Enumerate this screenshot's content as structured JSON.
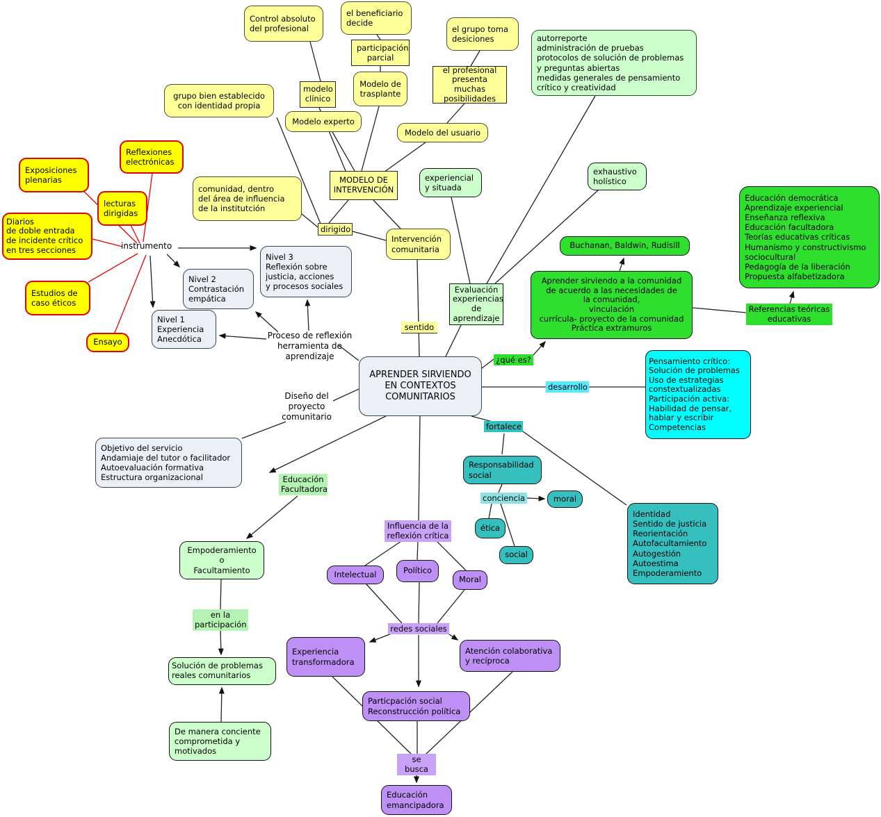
{
  "palette": {
    "pale_yellow": "#FFFF99",
    "bright_yellow": "#FFFF00",
    "red_line": "#EE0000",
    "light_green": "#CCFFCC",
    "green_label": "#B4F3B4",
    "bright_green": "#2EDF2E",
    "cyan": "#00FFFF",
    "cyan_label": "#55EBFF",
    "teal": "#36BFBF",
    "teal_label_light": "#8FE2E2",
    "purple": "#BE90F5",
    "purple_label": "#C9A1F8",
    "gray_blue": "#EAF0F6",
    "line": "#222222"
  },
  "nodes": {
    "control_absoluto": "Control absoluto\ndel profesional",
    "beneficiario_decide": "el beneficiario\ndecide",
    "participacion_parcial": "participación\nparcial",
    "modelo_trasplante": "Modelo de\ntrasplante",
    "modelo_clinico": "modelo\nclínico",
    "grupo_toma_desiciones": "el grupo toma\ndesiciones",
    "profesional_presenta": "el profesional\npresenta muchas\nposibilidades",
    "modelo_experto": "Modelo experto",
    "modelo_usuario": "Modelo del usuario",
    "modelo_intervencion": "MODELO DE\nINTERVENCIÓN",
    "grupo_bien_establecido": "grupo bien establecido\ncon identidad propia",
    "comunidad_area": "comunidad, dentro\ndel área de influencia\nde la institutción",
    "dirigido": "dirigido",
    "intervencion_comunitaria": "Intervención\ncomunitaria",
    "sentido": "sentido",
    "exposiciones_plenarias": "Exposiciones\nplenarias",
    "reflexiones_electronicas": "Reflexiones\nelectrónicas",
    "lecturas_dirigidas": "lecturas\ndirigidas",
    "diarios_doble_entrada": "Diarios\nde doble entrada\nde incidente crítico\nen tres secciones",
    "estudios_caso_eticos": "Estudios de\ncaso éticos",
    "ensayo": "Ensayo",
    "instrumento": "instrumento",
    "nivel3": "Nivel 3\nReflexión sobre\njusticia, acciones\ny procesos sociales",
    "nivel2": "Nivel 2\nContrastación\nempática",
    "nivel1": "Nivel 1\nExperiencia\nAnecdótica",
    "proceso_reflexion": "Proceso de reflexión\nherramienta de\naprendizaje",
    "central": "APRENDER SIRVIENDO\nEN CONTEXTOS\nCOMUNITARIOS",
    "diseno_proyecto": "Diseño del\nproyecto\ncomunitario",
    "objetivo_servicio": "Objetivo del servicio\nAndamiaje del tutor o facilitador\nAutoevaluación formativa\nEstructura organizacional",
    "autorreporte": "autorreporte\nadministración  de pruebas\nprotocolos de solución de problemas\ny preguntas abiertas\nmedidas generales de pensamiento\ncrítico y creatividad",
    "experiencial_situada": "experiencial\ny situada",
    "exhaustivo_holistico": "exhaustivo\nholístico",
    "evaluacion_experiencias": "Evaluación\nexperiencias\nde\naprendizaje",
    "buchanan": "Buchanan, Baldwin, Rudisill",
    "aprender_sirviendo_comunidad": "Aprender sirviendo a la comunidad\nde acuerdo a las necesidades de\nla comunidad,\nvinculación\ncurrícula- proyecto de la comunidad\nPráctica extramuros",
    "educacion_democratica": "Educación democrática\nAprendizaje experiencial\nEnseñanza reflexiva\nEducación facultadora\nTeorías educativas críticas\nHumanismo y constructivismo\nsociocultural\nPedagogía de la liberación\nPropuesta alfabetizadora",
    "referencias_teoricas": "Referencias teóricas\neducativas",
    "que_es": "¿qué es?",
    "desarrollo": "desarrollo",
    "pensamiento_critico": "Pensamiento crítico:\nSolución de problemas\nUso de estrategias\nconstextualizadas\nParticipación activa:\nHabilidad de pensar,\nhablar y escribir\nCompetencias",
    "fortalece": "fortalece",
    "responsabilidad_social": "Responsabilidad\nsocial",
    "conciencia": "conciencia",
    "moral_conciencia": "moral",
    "etica": "ética",
    "social": "social",
    "identidad_lista": "Identidad\nSentido de justicia\nReorientación\nAutofacultamiento\nAutogestión\nAutoestima\nEmpoderamiento",
    "educacion_facultadora": "Educación\nFacultadora",
    "empoderamiento_facultamiento": "Empoderamiento\no\nFacultamiento",
    "en_la_participacion": "en la\nparticipación",
    "solucion_problemas": "Solución de problemas\nreales comunitarios",
    "de_manera_conciente": "De manera conciente\ncomprometida y\nmotivados",
    "influencia_reflexion": "Influencia de la\nreflexión crítica",
    "intelectual": "Intelectual",
    "politico": "Político",
    "moral_reflexion": "Moral",
    "redes_sociales": "redes sociales",
    "experiencia_transformadora": "Experiencia\ntransformadora",
    "atencion_colaborativa": "Atención colaborativa\ny recíproca",
    "participacion_social": "Particpación social\nReconstrucción política",
    "se_busca": "se busca",
    "educacion_emancipadora": "Educación\nemancipadora"
  }
}
